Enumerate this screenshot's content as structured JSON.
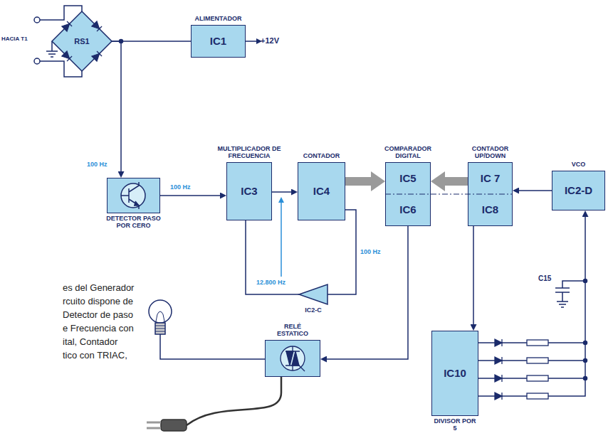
{
  "diagram": {
    "nodes": [
      {
        "text": [
          "RS1"
        ]
      },
      {
        "text": [
          "ALIMENTADOR",
          "IC1"
        ]
      },
      {
        "text": [
          "DETECTOR PASO POR CERO"
        ]
      },
      {
        "text": [
          "MULTIPLICADOR DE FRECUENCIA",
          "IC3"
        ]
      },
      {
        "text": [
          "CONTADOR",
          "IC4"
        ]
      },
      {
        "text": [
          "COMPARADOR DIGITAL",
          "IC5",
          "IC6"
        ]
      },
      {
        "text": [
          "CONTADOR UP/DOWN",
          "IC 7",
          "IC8"
        ]
      },
      {
        "text": [
          "VCO",
          "IC2-D"
        ]
      },
      {
        "text": [
          "IC2-C"
        ]
      },
      {
        "text": [
          "RELÉ ESTATICO"
        ]
      },
      {
        "text": [
          "IC10",
          "DIVISOR POR 5"
        ]
      }
    ],
    "edges": [
      {
        "from": 0,
        "to": 1,
        "arrow": "none"
      },
      {
        "from": 0,
        "to": 2,
        "arrow": "to"
      },
      {
        "from": 2,
        "to": 3,
        "label": "100 Hz",
        "arrow": "to"
      },
      {
        "from": 3,
        "to": 4,
        "arrow": "to"
      },
      {
        "from": 4,
        "to": 5,
        "arrow": "to"
      },
      {
        "from": 6,
        "to": 5,
        "arrow": "to"
      },
      {
        "from": 7,
        "to": 6,
        "arrow": "to"
      },
      {
        "from": 4,
        "to": 8,
        "label": "100 Hz",
        "arrow": "none"
      },
      {
        "from": 8,
        "to": 3,
        "arrow": "none"
      },
      {
        "from": 5,
        "to": 9,
        "arrow": "to"
      },
      {
        "from": 6,
        "to": 10,
        "arrow": "to"
      },
      {
        "from": 10,
        "to": 7,
        "arrow": "to"
      }
    ],
    "labels": [
      "HACIA T1",
      "+12V",
      "100 Hz",
      "12.800 Hz",
      "C15",
      "es del Generador",
      "rcuito dispone de",
      "Detector de paso",
      "e Frecuencia con",
      "ital, Contador",
      "tico con TRIAC,"
    ]
  }
}
